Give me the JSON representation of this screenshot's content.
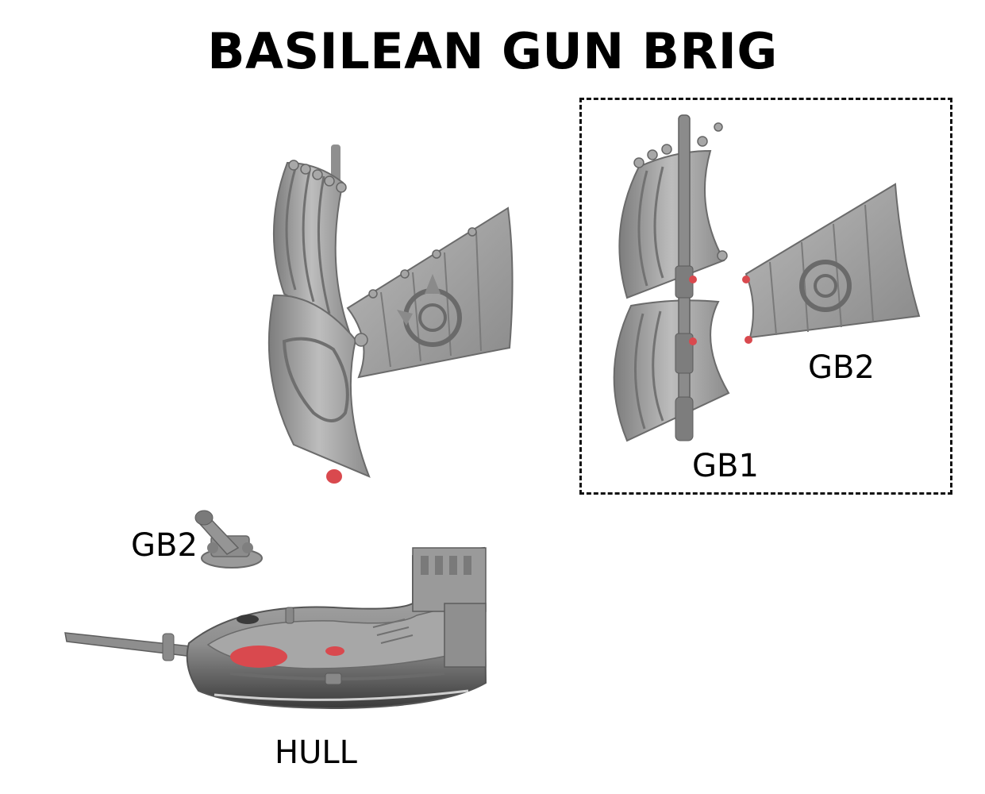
{
  "title": "BASILEAN GUN BRIG",
  "labels": {
    "gb1": "GB1",
    "gb2_sail": "GB2",
    "gb2_cannon": "GB2",
    "hull": "HULL"
  },
  "colors": {
    "model_grey": "#9a9a9a",
    "model_dark": "#6f6f6f",
    "model_light": "#c4c4c4",
    "contact_red": "#d9494e"
  }
}
